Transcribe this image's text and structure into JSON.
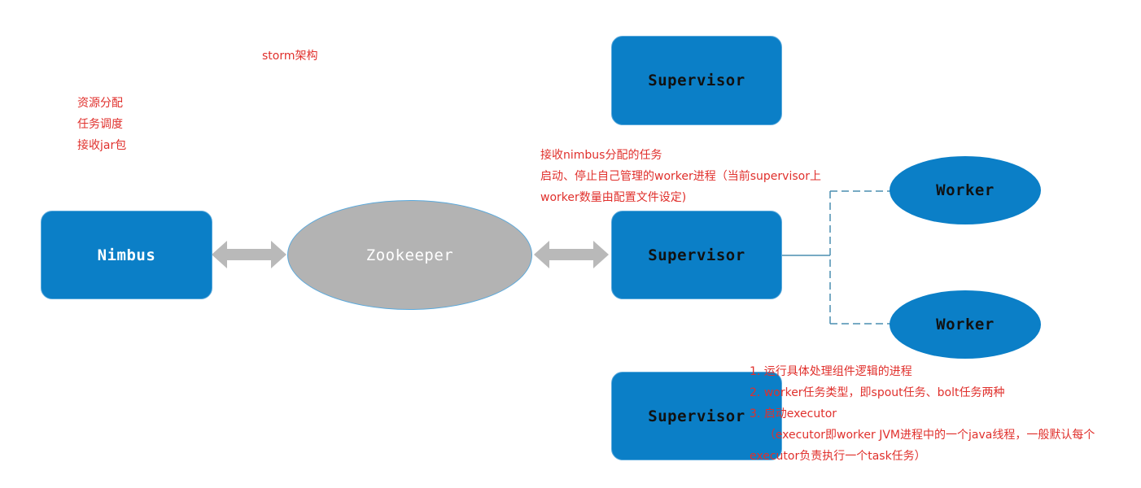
{
  "colors": {
    "box_fill": "#0b7fc7",
    "zookeeper_fill": "#b3b3b3",
    "arrow": "#b9b9b9",
    "connector": "#4a8db0",
    "note_text": "#e0302c"
  },
  "title": "storm架构",
  "nimbus": {
    "label": "Nimbus",
    "notes": [
      "资源分配",
      "任务调度",
      "接收jar包"
    ]
  },
  "zookeeper": {
    "label": "Zookeeper"
  },
  "supervisors": [
    {
      "label": "Supervisor"
    },
    {
      "label": "Supervisor"
    },
    {
      "label": "Supervisor"
    }
  ],
  "supervisor_notes": [
    "接收nimbus分配的任务",
    "启动、停止自己管理的worker进程（当前supervisor上",
    "worker数量由配置文件设定)"
  ],
  "workers": [
    {
      "label": "Worker"
    },
    {
      "label": "Worker"
    }
  ],
  "worker_notes": [
    "1. 运行具体处理组件逻辑的进程",
    "2. worker任务类型，即spout任务、bolt任务两种",
    "3. 启动executor",
    "    （executor即worker JVM进程中的一个java线程，一般默认每个",
    "executor负责执行一个task任务）"
  ]
}
